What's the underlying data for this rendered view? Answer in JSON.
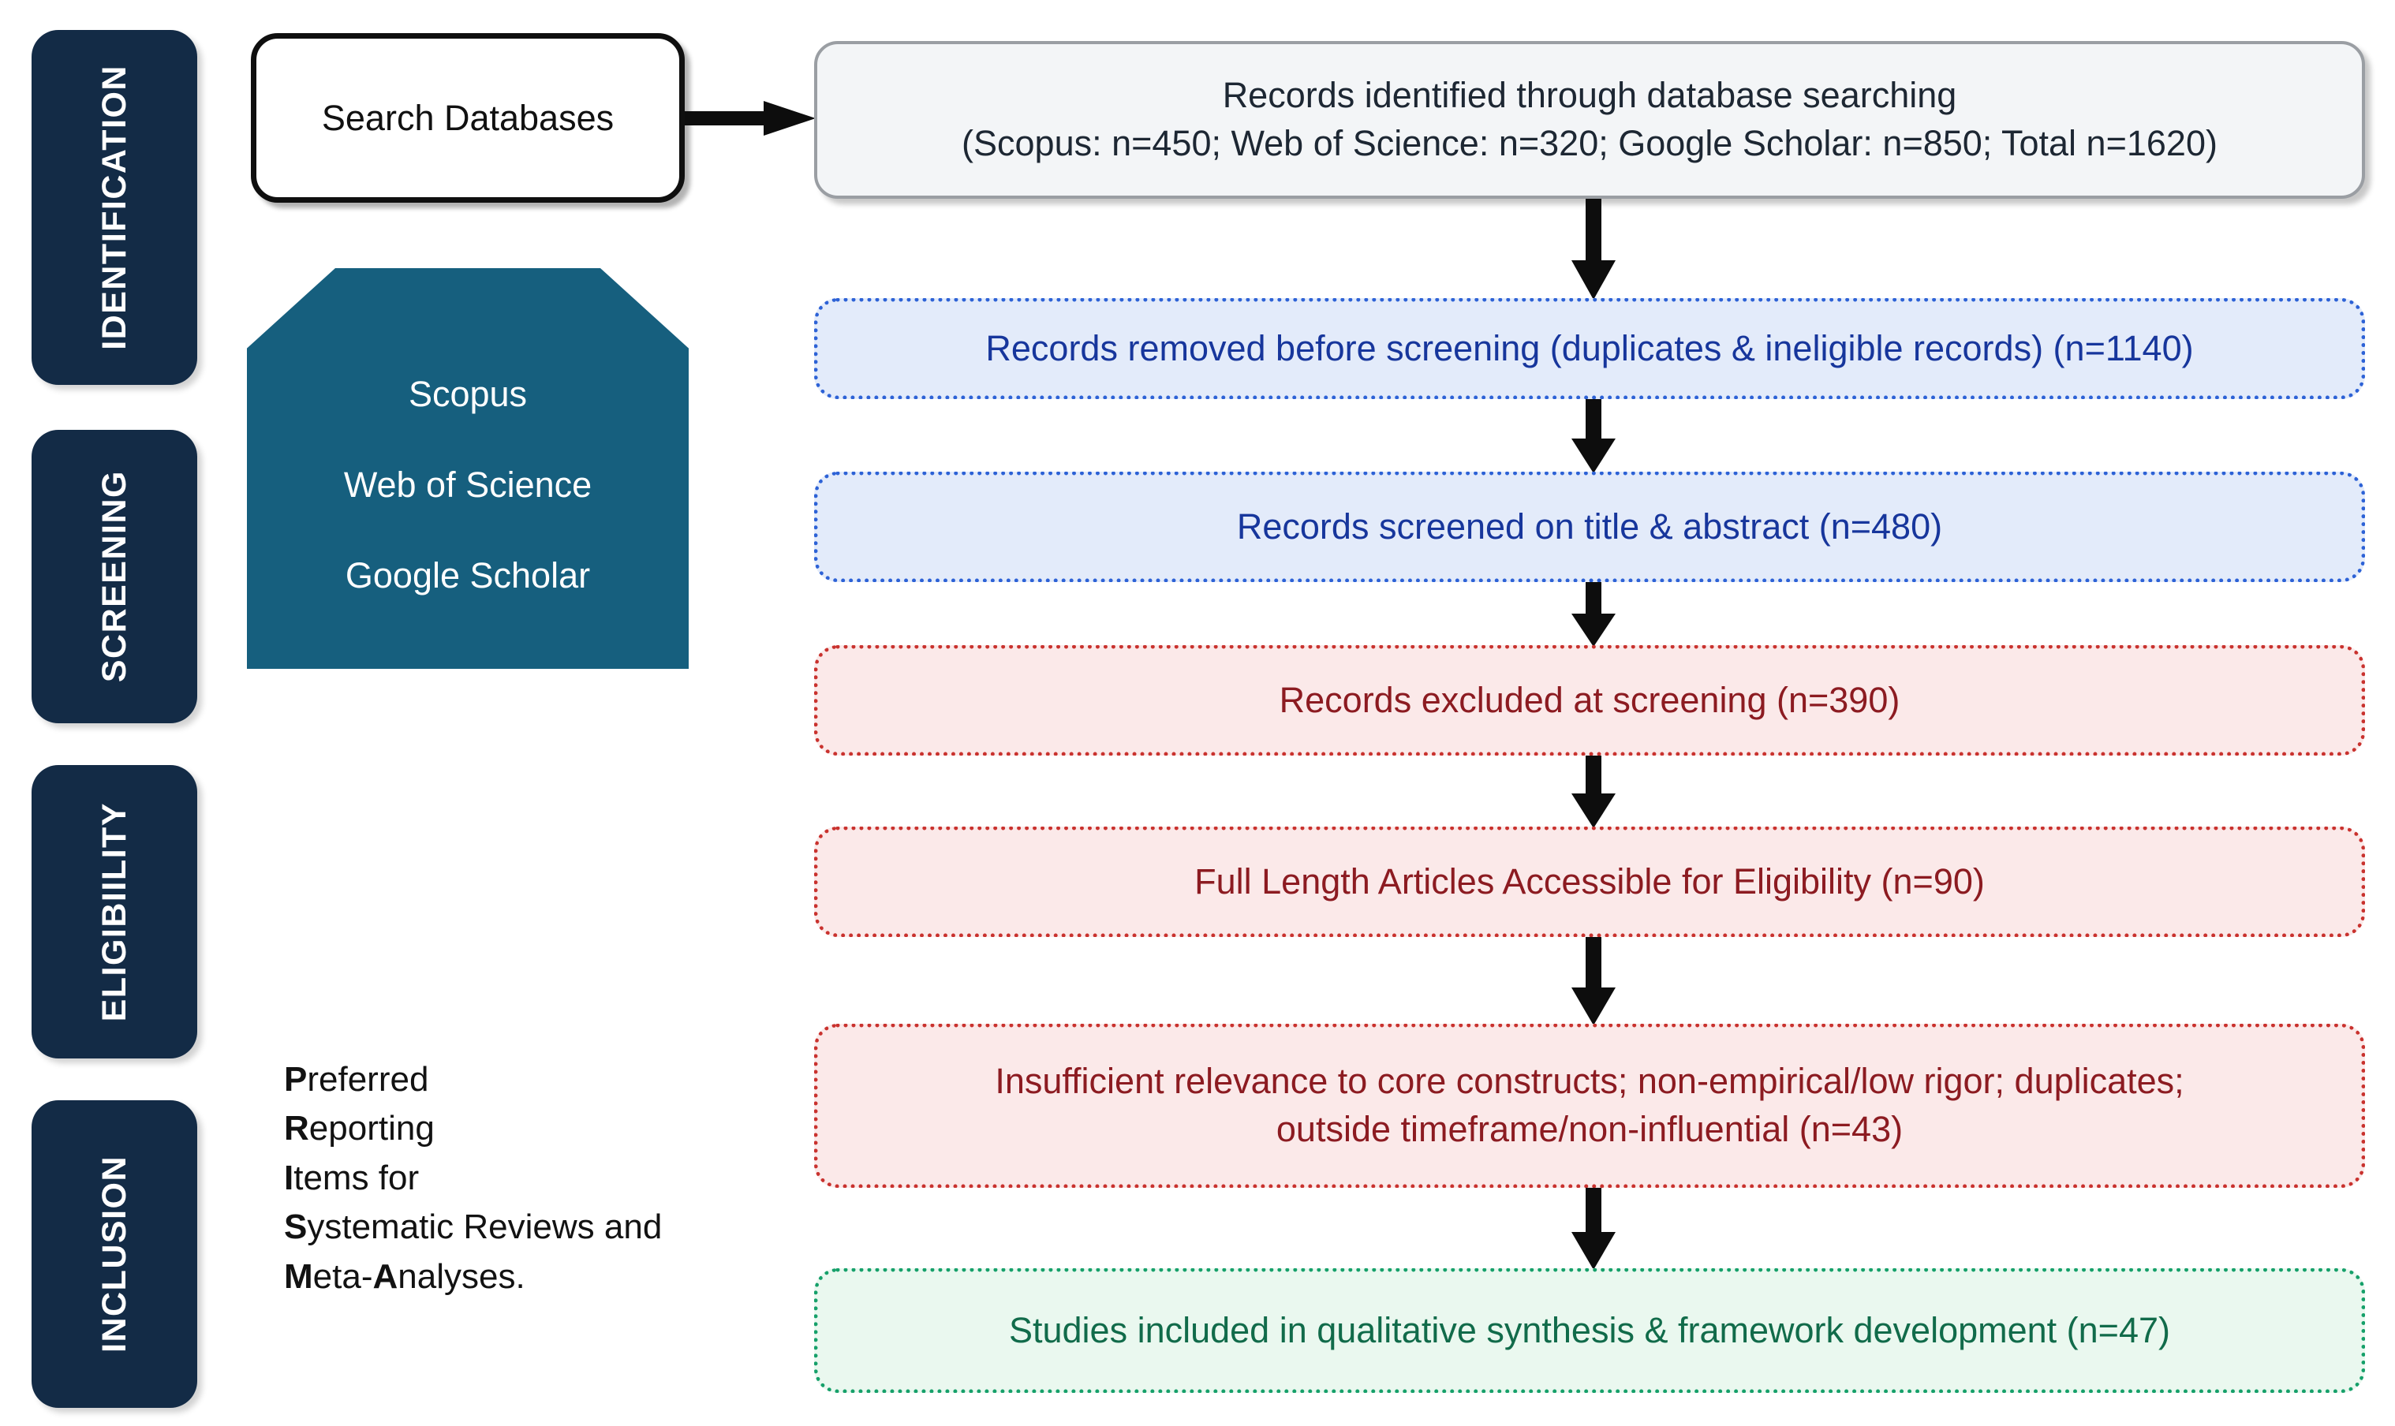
{
  "stages": [
    {
      "key": "identification",
      "label": "IDENTIFICATION"
    },
    {
      "key": "screening",
      "label": "SCREENING"
    },
    {
      "key": "eligibility",
      "label": "ELIGIBIILITY"
    },
    {
      "key": "inclusion",
      "label": "INCLUSION"
    }
  ],
  "search_box": {
    "label": "Search Databases"
  },
  "databases": {
    "items": [
      {
        "name": "Scopus"
      },
      {
        "name": "Web of Science"
      },
      {
        "name": "Google Scholar"
      }
    ]
  },
  "prisma": {
    "line1_bold": "P",
    "line1_rest": "referred",
    "line2_bold": "R",
    "line2_rest": "eporting",
    "line3_bold": "I",
    "line3_rest": "tems for",
    "line4_bold": "S",
    "line4_rest": "ystematic Reviews and",
    "line5_bold": "M",
    "line5_mid": "eta-",
    "line5_bold2": "A",
    "line5_rest": "nalyses."
  },
  "flow": {
    "identified": {
      "line1": "Records identified through database searching",
      "line2": "(Scopus: n=450; Web of Science: n=320; Google Scholar: n=850; Total n=1620)"
    },
    "removed": {
      "text": "Records removed before screening (duplicates & ineligible records) (n=1140)"
    },
    "screened": {
      "text": "Records screened on title & abstract (n=480)"
    },
    "excluded": {
      "text": "Records excluded at screening (n=390)"
    },
    "fulltext": {
      "text": "Full Length Articles Accessible for Eligibility (n=90)"
    },
    "reasons": {
      "line1": "Insufficient relevance to core constructs; non-empirical/low rigor; duplicates;",
      "line2": "outside timeframe/non-influential (n=43)"
    },
    "included": {
      "text": "Studies included in qualitative synthesis & framework development (n=47)"
    }
  },
  "counts": {
    "scopus": 450,
    "web_of_science": 320,
    "google_scholar": 850,
    "total_identified": 1620,
    "removed_before_screening": 1140,
    "screened": 480,
    "excluded_at_screening": 390,
    "full_text_assessed": 90,
    "full_text_excluded": 43,
    "included": 47
  },
  "colors": {
    "navy": "#132b46",
    "teal": "#165f7e",
    "blue_border": "#2d62d6",
    "blue_fill": "#e3ebfa",
    "blue_text": "#17369c",
    "red_border": "#c9322e",
    "red_fill": "#fbe9e9",
    "red_text": "#8c1b21",
    "green_border": "#16a06a",
    "green_fill": "#eaf8ef",
    "green_text": "#116b4a",
    "grey_border": "#9a9ea3",
    "grey_fill": "#f3f5f7",
    "arrow": "#0d0d0d"
  }
}
